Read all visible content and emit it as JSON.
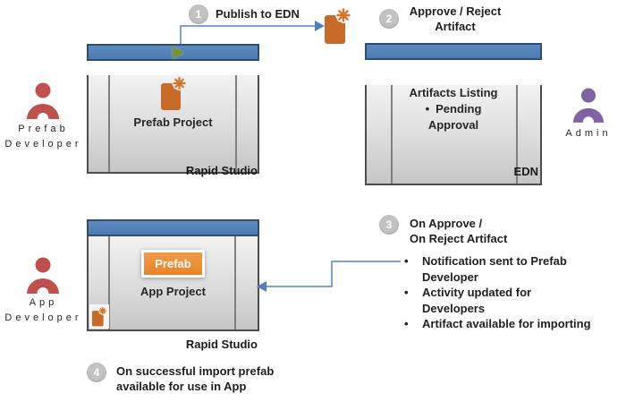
{
  "steps": {
    "s1": {
      "num": "1",
      "label": "Publish to EDN"
    },
    "s2": {
      "num": "2",
      "line1": "Approve / Reject",
      "line2": "Artifact"
    },
    "s3": {
      "num": "3",
      "line1": "On Approve /",
      "line2": "On Reject Artifact"
    },
    "s4": {
      "num": "4",
      "line1": "On successful import prefab",
      "line2": "available for use in App"
    }
  },
  "windows": {
    "studio1": {
      "content": "Prefab Project",
      "caption": "Rapid Studio"
    },
    "edn": {
      "line1": "Artifacts Listing",
      "line2": "Pending",
      "line3": "Approval",
      "caption": "EDN"
    },
    "studio2": {
      "button": "Prefab",
      "content": "App Project",
      "caption": "Rapid Studio"
    }
  },
  "actors": {
    "prefab_dev": {
      "line1": "Prefab",
      "line2": "Developer"
    },
    "admin": {
      "line1": "Admin"
    },
    "app_dev": {
      "line1": "App",
      "line2": "Developer"
    }
  },
  "notes": [
    "Notification sent to Prefab Developer",
    "Activity updated for Developers",
    "Artifact available for importing"
  ],
  "glyphs": {
    "bullet": "•"
  },
  "colors": {
    "titlebar_blue": "#4f81bd",
    "connector_blue": "#7ba3d6",
    "arrow_blue": "#4f81bd",
    "artifact_orange": "#c96b28",
    "button_orange": "#ee8d35",
    "actor_red": "#c0504d",
    "actor_purple": "#8064a2",
    "step_circle_gray": "#c2c2c2",
    "play_green": "#76923c"
  }
}
